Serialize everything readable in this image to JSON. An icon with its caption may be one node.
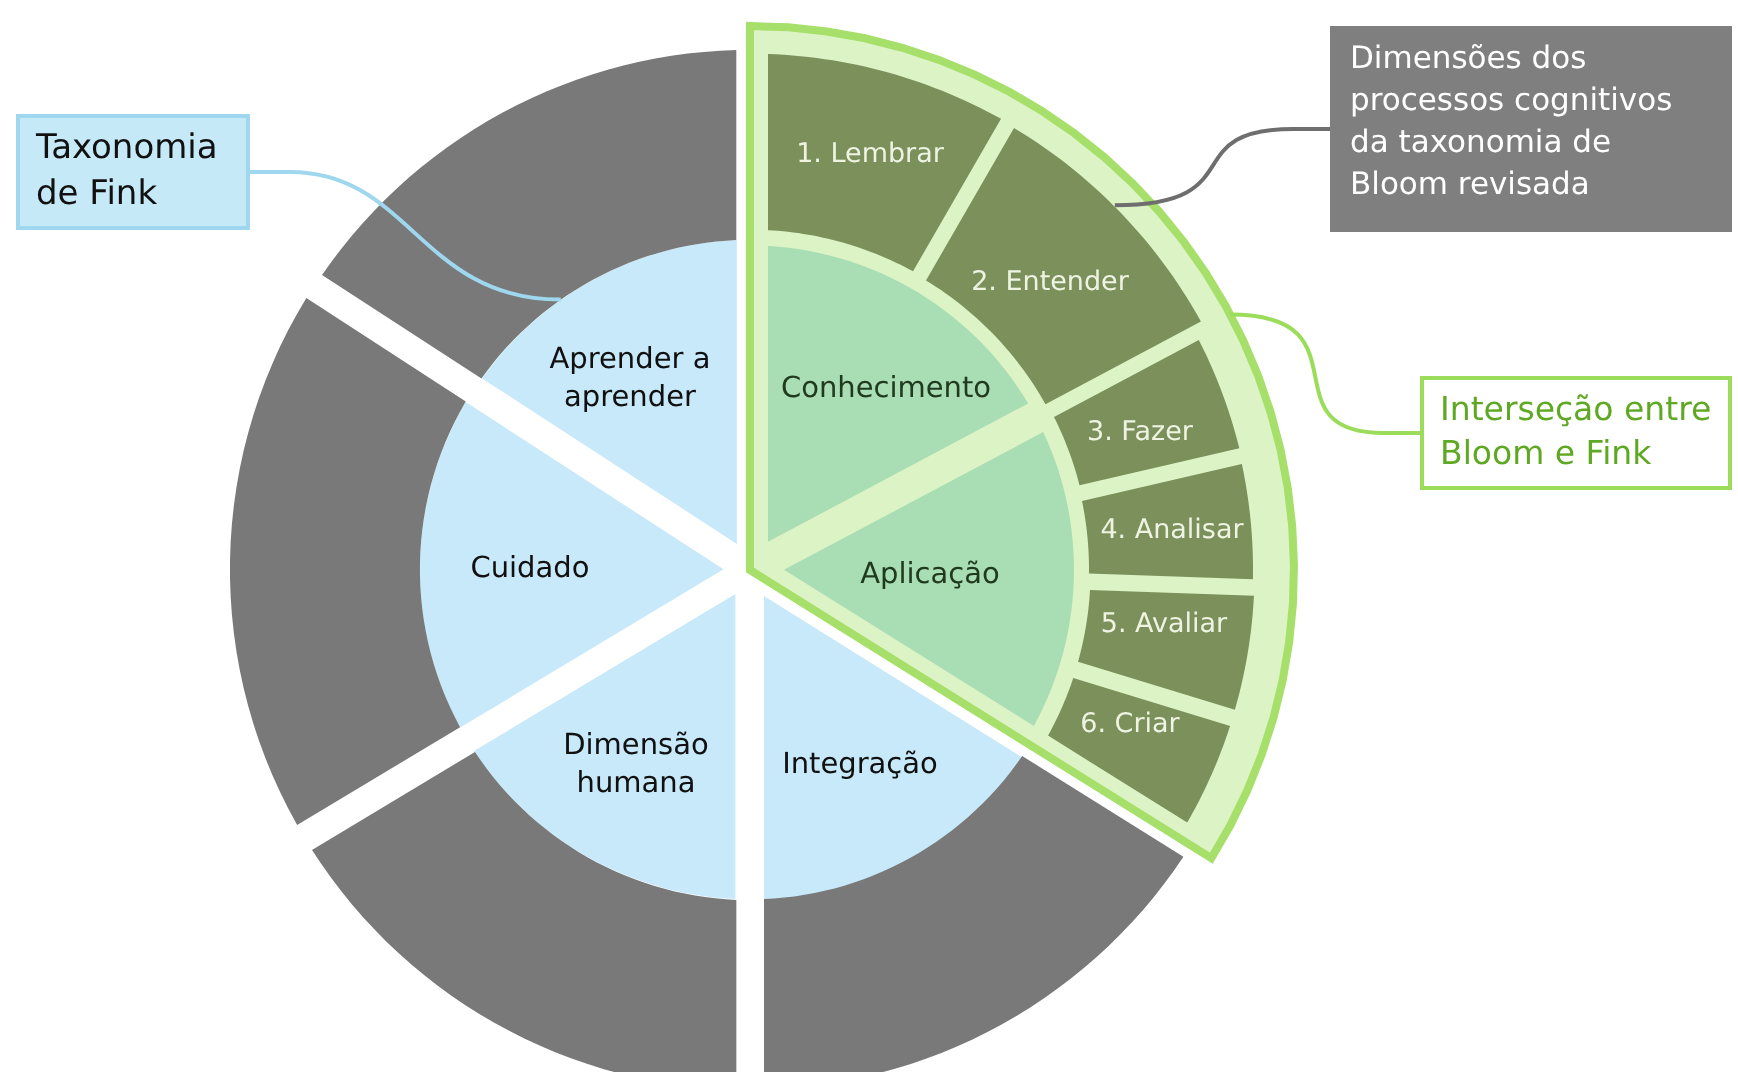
{
  "diagram": {
    "nodes": [
      {
        "text": [
          "Taxonomia de Fink"
        ]
      },
      {
        "text": [
          "Dimensões dos processos cognitivos da taxonomia de Bloom revisada"
        ]
      },
      {
        "text": [
          "Interseção entre Bloom e Fink"
        ]
      },
      {
        "text": [],
        "shape": "sector"
      },
      {
        "text": [
          "Aprender a aprender"
        ]
      },
      {
        "text": [
          "Conhecimento"
        ],
        "in": 3
      },
      {
        "text": [
          "Cuidado"
        ]
      },
      {
        "text": [
          "Aplicação"
        ],
        "in": 3
      },
      {
        "text": [
          "Dimensão humana"
        ]
      },
      {
        "text": [
          "Integração"
        ]
      },
      {
        "text": [
          "1. Lembrar"
        ],
        "in": 3
      },
      {
        "text": [
          "2. Entender"
        ],
        "in": 3
      },
      {
        "text": [
          "3. Fazer"
        ],
        "in": 3
      },
      {
        "text": [
          "4. Analisar"
        ],
        "in": 3
      },
      {
        "text": [
          "5. Avaliar"
        ],
        "in": 3
      },
      {
        "text": [
          "6. Criar"
        ],
        "in": 3
      },
      {
        "text": [],
        "shape": "band"
      },
      {
        "text": [],
        "shape": "band"
      },
      {
        "text": [],
        "shape": "band"
      },
      {
        "text": [],
        "shape": "band"
      }
    ],
    "edges": [
      {
        "from": 0,
        "to": 4,
        "arrow": "none",
        "color": "#9fd7ee"
      },
      {
        "from": 1,
        "to": 11,
        "arrow": "none",
        "color": "#6e6e6e"
      },
      {
        "from": 2,
        "to": 3,
        "arrow": "none",
        "color": "#9bdc5a"
      }
    ]
  }
}
